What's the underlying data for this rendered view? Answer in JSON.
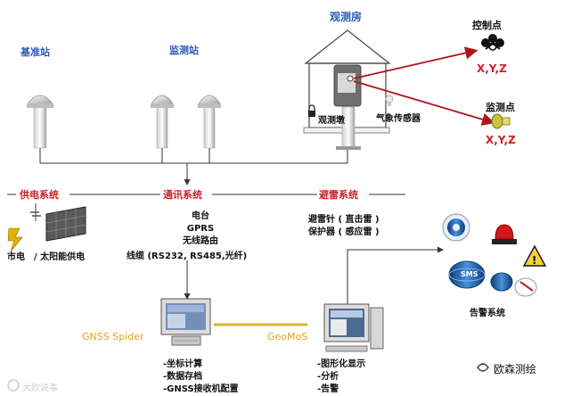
{
  "labels": {
    "base_station": "基准站",
    "monitor_station": "监测站",
    "observation_room": "观测房",
    "control_point": "控制点",
    "control_point_xyz": "X,Y,Z",
    "monitor_point": "监测点",
    "monitor_point_xyz": "X,Y,Z",
    "total_station": "观测墩",
    "weather_sensor": "气象传感器",
    "power_system": "供电系统",
    "comm_system": "通讯系统",
    "lightning_system": "避雷系统",
    "power_source": "市电　/ 太阳能供电",
    "alarm_system": "告警系统",
    "sms": "SMS",
    "gnss_spider": "GNSS Spider",
    "geomos": "GeoMoS",
    "brand": "欧森测绘",
    "watermark": "大欧说事"
  },
  "comm_items": [
    "电台",
    "GPRS",
    "无线路由",
    "线缆 (RS232, RS485,光纤)"
  ],
  "lightning_items": [
    "避雷针 ( 直击雷 )",
    "保护器 ( 感应雷 )"
  ],
  "gnss_items": [
    "-坐标计算",
    "-数据存档",
    "-GNSS接收机配置"
  ],
  "geomos_items": [
    "-图形化显示",
    "-分析",
    "-告警"
  ],
  "colors": {
    "blue_label": "#2B59B8",
    "red_label": "#D0202B",
    "software_label": "#E8A21A",
    "line": "#333333",
    "red_arrow": "#B0151F"
  }
}
